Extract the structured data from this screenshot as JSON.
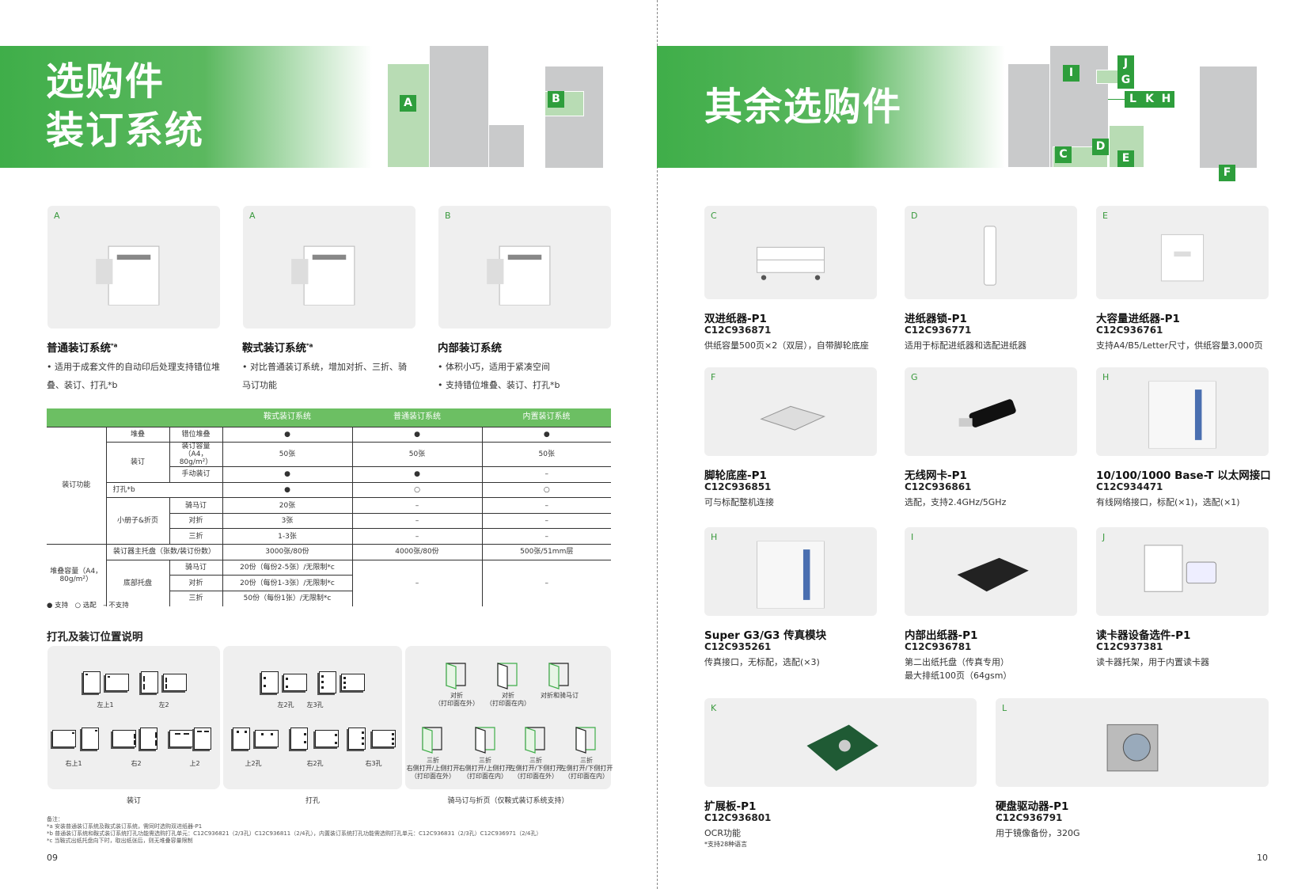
{
  "left_page": {
    "title_line1": "选购件",
    "title_line2": "装订系统",
    "diagram_labels": [
      "A",
      "B"
    ],
    "products": [
      {
        "tag": "A",
        "title": "普通装订系统",
        "sup": "*a",
        "bullets": [
          "• 适用于成套文件的自动印后处理支持错位堆",
          "  叠、装订、打孔*b"
        ]
      },
      {
        "tag": "A",
        "title": "鞍式装订系统",
        "sup": "*a",
        "bullets": [
          "• 对比普通装订系统，增加对折、三折、骑",
          "  马订功能"
        ]
      },
      {
        "tag": "B",
        "title": "内部装订系统",
        "sup": "",
        "bullets": [
          "• 体积小巧，适用于紧凑空间",
          "• 支持错位堆叠、装订、打孔*b"
        ]
      }
    ],
    "table": {
      "headers": [
        "鞍式装订系统",
        "普通装订系统",
        "内置装订系统"
      ],
      "group1": "装订功能",
      "group2": "堆叠容量（A4，80g/m²）",
      "stack": "堆叠",
      "offset_stack": "错位堆叠",
      "staple": "装订",
      "staple_cap": "装订容量（A4，80g/m²）",
      "manual_staple": "手动装订",
      "punch": "打孔*b",
      "booklet": "小册子&折页",
      "saddle": "骑马订",
      "bifold": "对折",
      "trifold": "三折",
      "main_tray": "装订器主托盘（张数/装订份数）",
      "bottom_tray": "底部托盘",
      "rows": {
        "offset_stack": [
          "●",
          "●",
          "●"
        ],
        "staple_cap": [
          "50张",
          "50张",
          "50张"
        ],
        "manual_staple": [
          "●",
          "●",
          "–"
        ],
        "punch": [
          "●",
          "○",
          "○"
        ],
        "saddle": [
          "20张",
          "–",
          "–"
        ],
        "bifold": [
          "3张",
          "–",
          "–"
        ],
        "trifold": [
          "1-3张",
          "–",
          "–"
        ],
        "main_tray": [
          "3000张/80份",
          "4000张/80份",
          "500张/51mm层"
        ],
        "bt_saddle": "20份（每份2-5张）/无限制*c",
        "bt_bifold": "20份（每份1-3张）/无限制*c",
        "bt_trifold": "50份（每份1张）/无限制*c",
        "bt_other": [
          "–",
          "–"
        ]
      },
      "legend": "● 支持　○ 选配　– 不支持"
    },
    "section_title": "打孔及装订位置说明",
    "staple_labels": [
      "左上1",
      "左2",
      "右上1",
      "右2",
      "上2"
    ],
    "punch_labels": [
      "左2孔",
      "左3孔",
      "上2孔",
      "右2孔",
      "右3孔"
    ],
    "fold_labels": [
      [
        "对折",
        "（打印面在外）"
      ],
      [
        "对折",
        "（打印面在内）"
      ],
      [
        "对折和骑马订",
        ""
      ],
      [
        "三折",
        "右侧打开/上侧打开",
        "（打印面在外）"
      ],
      [
        "三折",
        "右侧打开/上侧打开",
        "（打印面在内）"
      ],
      [
        "三折",
        "左侧打开/下侧打开",
        "（打印面在外）"
      ],
      [
        "三折",
        "左侧打开/下侧打开",
        "（打印面在内）"
      ]
    ],
    "panel_captions": [
      "装订",
      "打孔",
      "骑马订与折页（仅鞍式装订系统支持）"
    ],
    "notes": [
      "备注：",
      "*a 安装普通装订系统及鞍式装订系统，需同时选购双进纸器-P1",
      "*b 普通装订系统和鞍式装订系统打孔功能需选购打孔单元：C12C936821（2/3孔）C12C936811（2/4孔），内置装订系统打孔功能需选购打孔单元：C12C936831（2/3孔）C12C936971（2/4孔）",
      "*c 当鞍式出纸托盘向下时，取出纸张后，则无堆叠容量限制"
    ],
    "page_number": "09"
  },
  "right_page": {
    "title": "其余选购件",
    "diagram_labels": [
      "I",
      "J",
      "G",
      "L",
      "K",
      "H",
      "C",
      "D",
      "E",
      "F"
    ],
    "products": [
      {
        "tag": "C",
        "title": "双进纸器-P1",
        "code": "C12C936871",
        "desc": [
          "供纸容量500页×2（双层），自带脚轮底座"
        ]
      },
      {
        "tag": "D",
        "title": "进纸器锁-P1",
        "code": "C12C936771",
        "desc": [
          "适用于标配进纸器和选配进纸器"
        ]
      },
      {
        "tag": "E",
        "title": "大容量进纸器-P1",
        "code": "C12C936761",
        "desc": [
          "支持A4/B5/Letter尺寸，供纸容量3,000页"
        ]
      },
      {
        "tag": "F",
        "title": "脚轮底座-P1",
        "code": "C12C936851",
        "desc": [
          "可与标配整机连接"
        ]
      },
      {
        "tag": "G",
        "title": "无线网卡-P1",
        "code": "C12C936861",
        "desc": [
          "选配，支持2.4GHz/5GHz"
        ]
      },
      {
        "tag": "H",
        "title": "10/100/1000 Base-T 以太网接口",
        "code": "C12C934471",
        "desc": [
          "有线网络接口，标配(×1)，选配(×1)"
        ]
      },
      {
        "tag": "H",
        "title": "Super G3/G3 传真模块",
        "code": "C12C935261",
        "desc": [
          "传真接口，无标配，选配(×3)"
        ]
      },
      {
        "tag": "I",
        "title": "内部出纸器-P1",
        "code": "C12C936781",
        "desc": [
          "第二出纸托盘（传真专用）",
          "最大排纸100页（64gsm）"
        ]
      },
      {
        "tag": "J",
        "title": "读卡器设备选件-P1",
        "code": "C12C937381",
        "desc": [
          "读卡器托架，用于内置读卡器"
        ]
      },
      {
        "tag": "K",
        "title": "扩展板-P1",
        "code": "C12C936801",
        "desc": [
          "OCR功能"
        ],
        "note": "*支持28种语言"
      },
      {
        "tag": "L",
        "title": "硬盘驱动器-P1",
        "code": "C12C936791",
        "desc": [
          "用于镜像备份，320G"
        ]
      }
    ],
    "page_number": "10"
  },
  "colors": {
    "brand_green": "#3fae49",
    "table_header": "#6cbf63",
    "machine_gray": "#c9cacb"
  }
}
